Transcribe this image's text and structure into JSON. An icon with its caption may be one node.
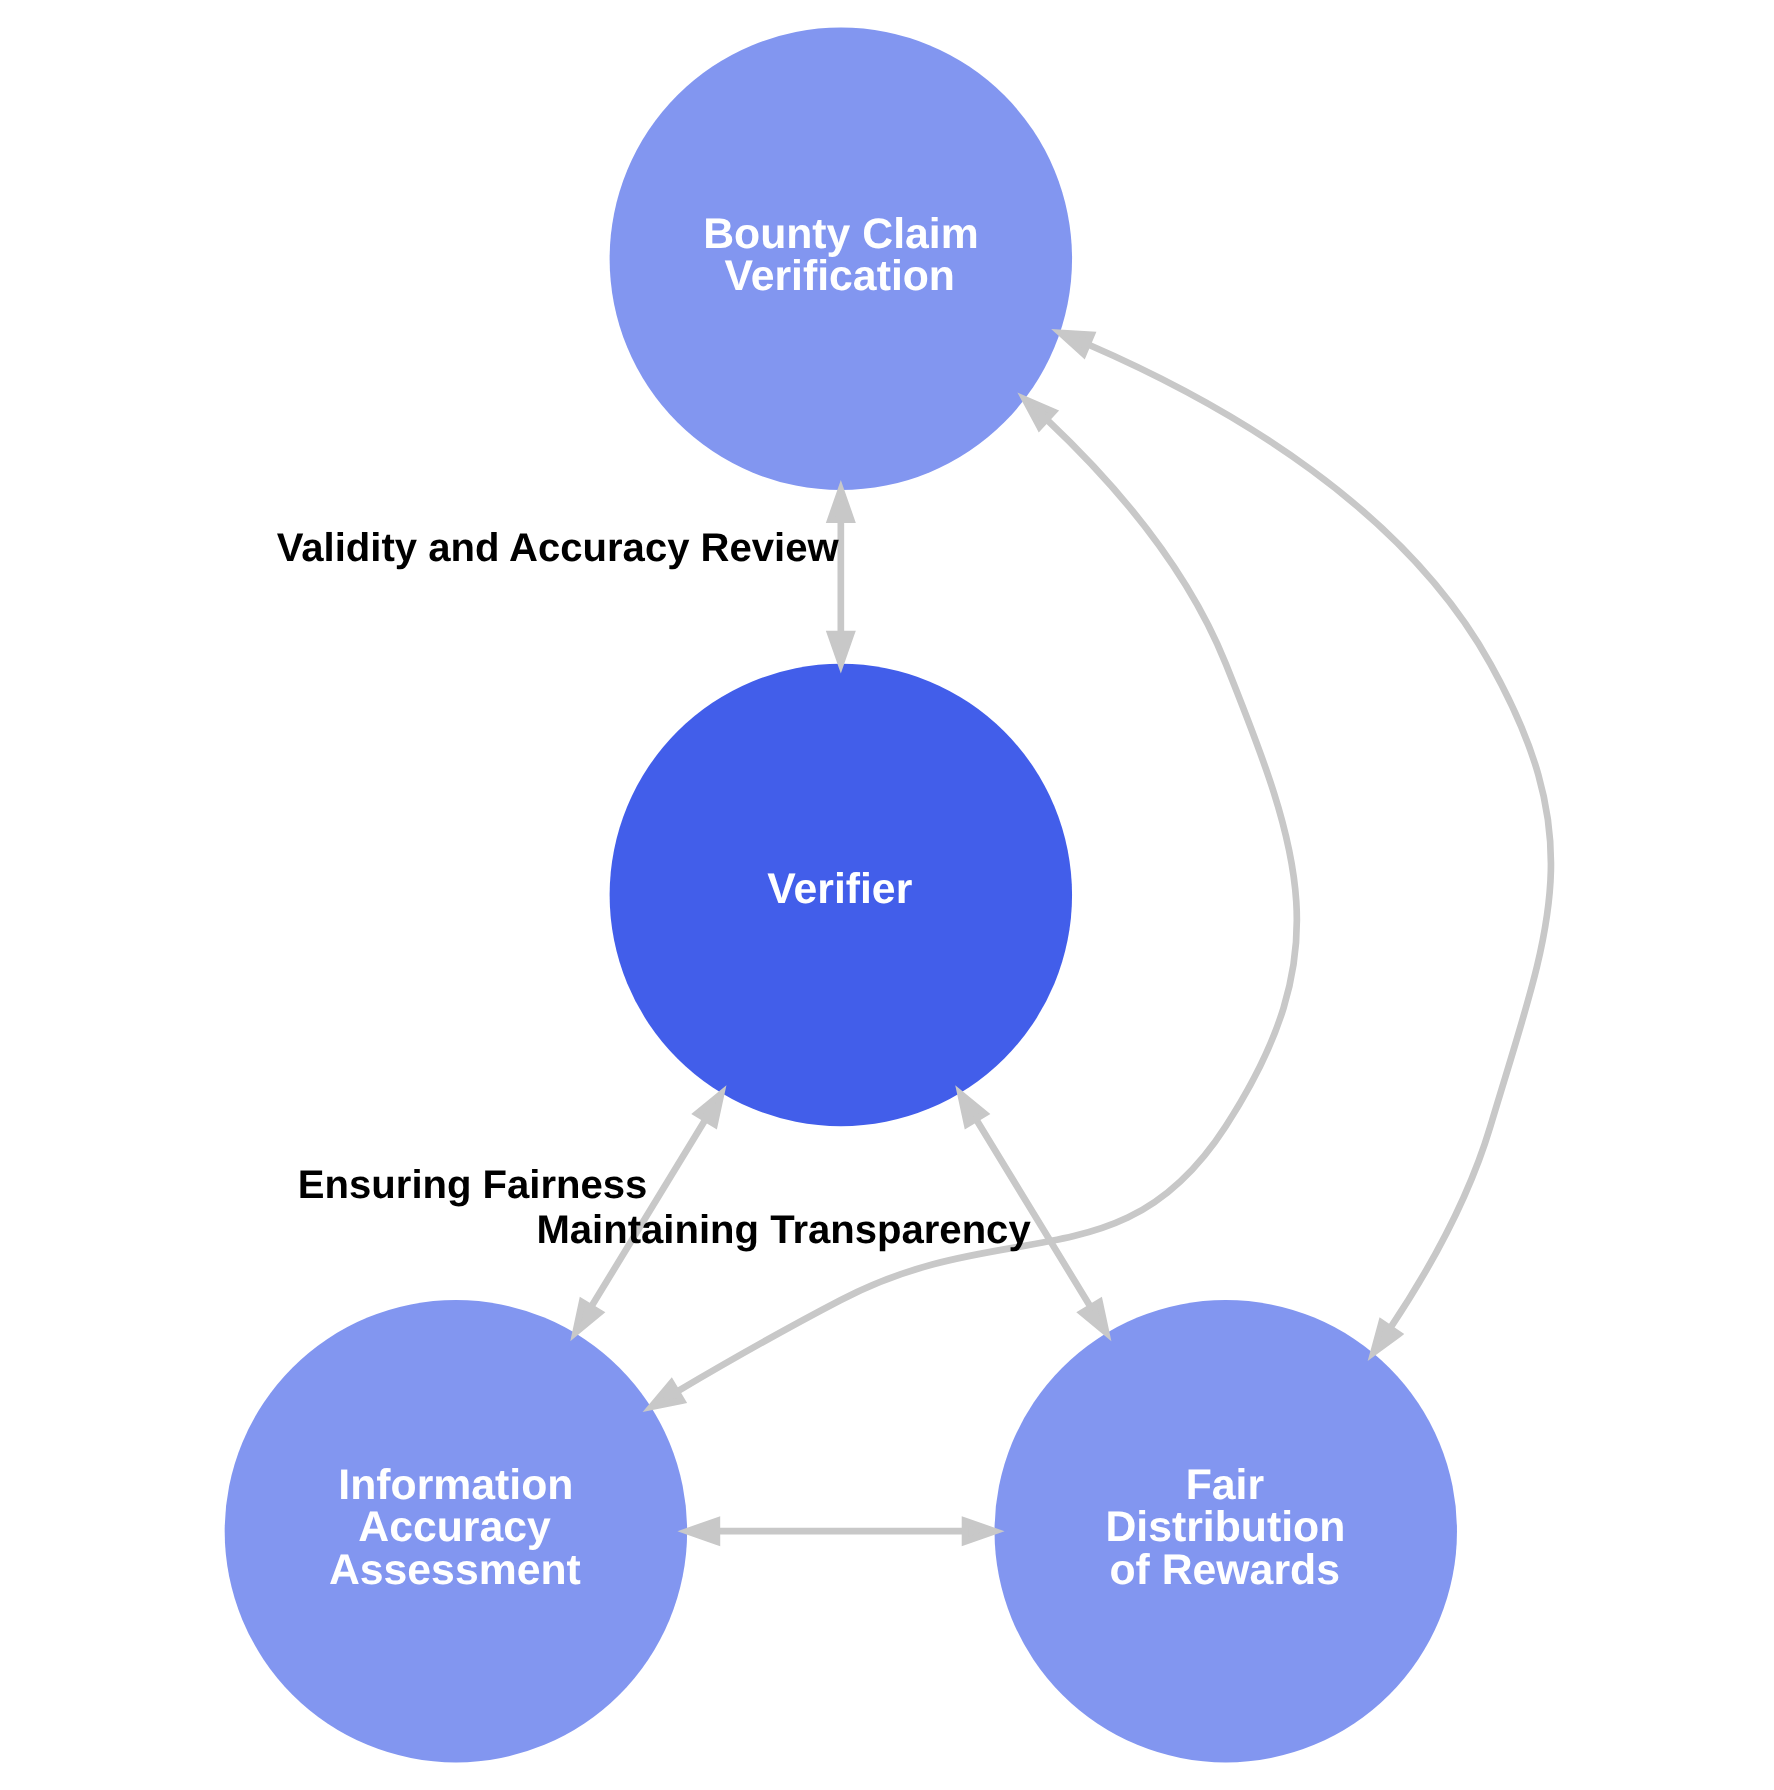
{
  "diagram": {
    "nodes": [
      {
        "text": [
          "Bounty Claim Verification"
        ]
      },
      {
        "text": [
          "Verifier"
        ]
      },
      {
        "text": [
          "Information Accuracy Assessment"
        ]
      },
      {
        "text": [
          "Fair Distribution of Rewards"
        ]
      }
    ],
    "edges": [
      {
        "from": 0,
        "to": 1,
        "arrow": "both",
        "label": "Validity and Accuracy Review"
      },
      {
        "from": 1,
        "to": 2,
        "arrow": "both",
        "label": "Ensuring Fairness"
      },
      {
        "from": 1,
        "to": 3,
        "arrow": "both",
        "label": "Maintaining Transparency"
      },
      {
        "from": 0,
        "to": 2,
        "arrow": "both"
      },
      {
        "from": 0,
        "to": 3,
        "arrow": "both"
      },
      {
        "from": 2,
        "to": 3,
        "arrow": "both"
      }
    ]
  }
}
